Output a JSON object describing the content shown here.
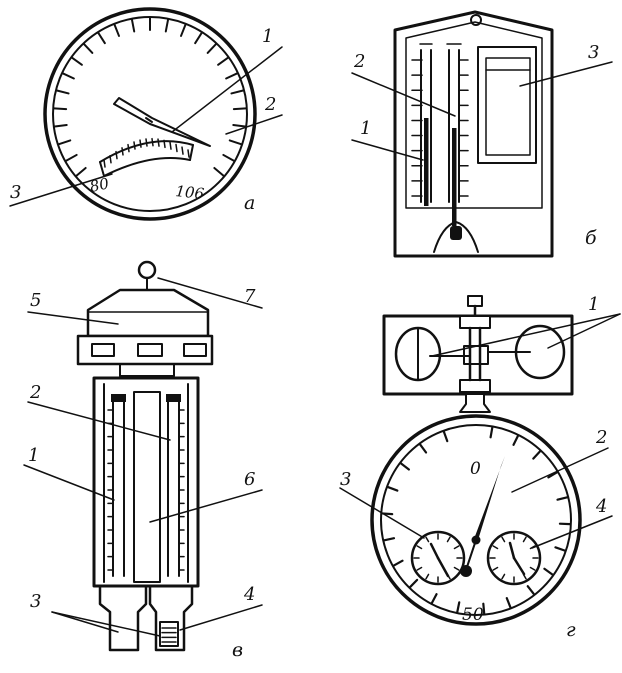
{
  "panels": {
    "a": {
      "letter": "а",
      "labels": [
        "1",
        "2",
        "3"
      ],
      "scale_left": "80",
      "scale_right": "106"
    },
    "b": {
      "letter": "б",
      "labels": [
        "1",
        "2",
        "3"
      ]
    },
    "v": {
      "letter": "в",
      "labels": [
        "1",
        "2",
        "3",
        "4",
        "5",
        "6",
        "7"
      ]
    },
    "g": {
      "letter": "г",
      "labels": [
        "1",
        "2",
        "3",
        "4"
      ],
      "dial_top": "0",
      "dial_bottom": "50"
    }
  }
}
